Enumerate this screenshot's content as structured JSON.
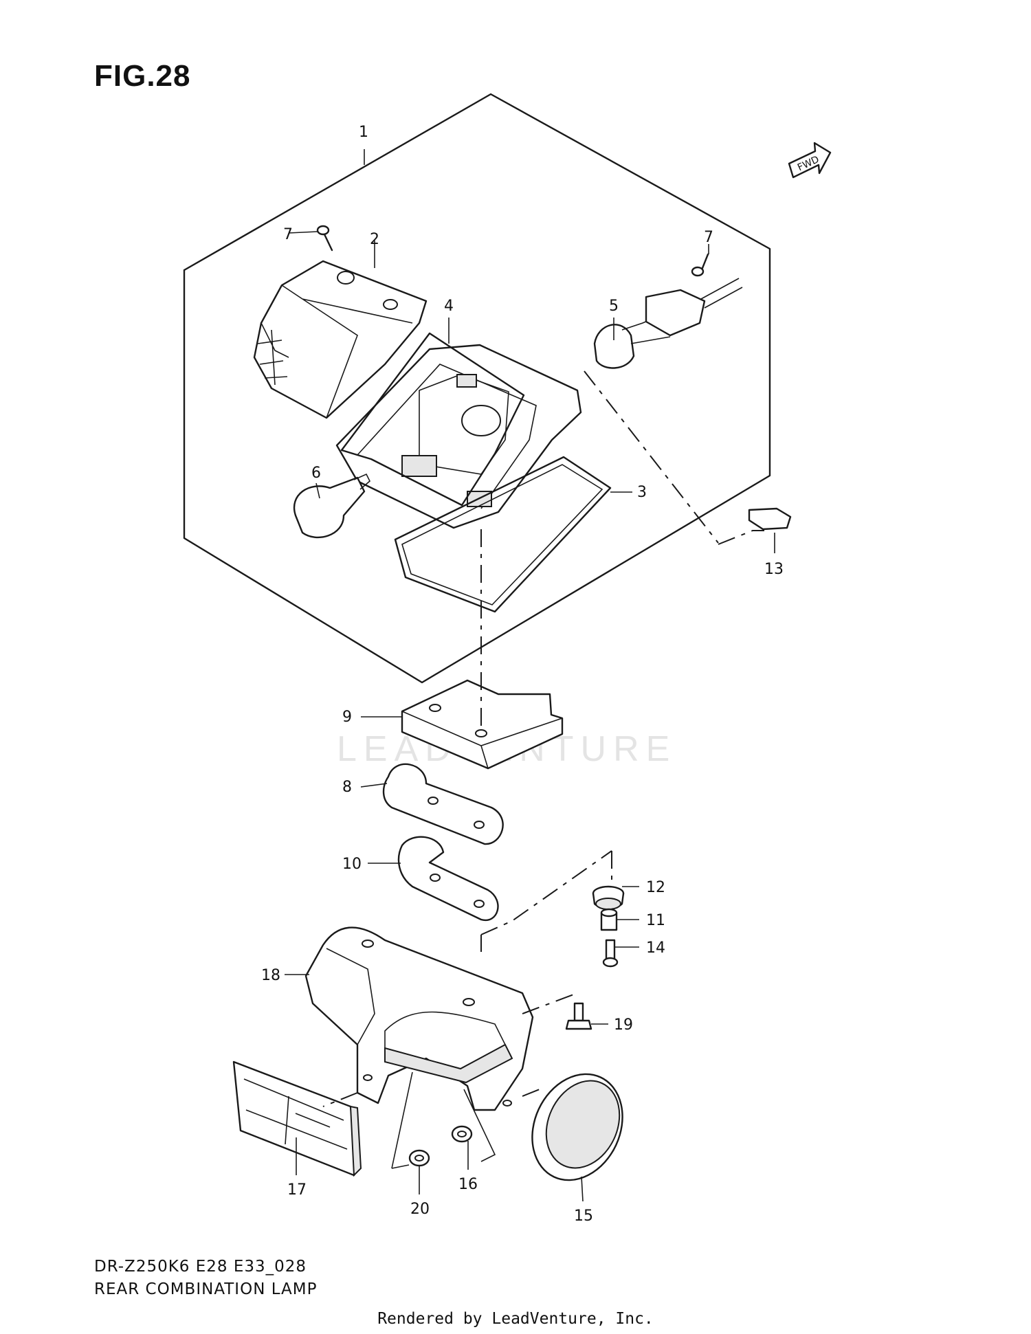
{
  "figure": {
    "title": "FIG.28",
    "watermark": "LEADVENTURE",
    "direction_badge": "FWD",
    "model_code": "DR-Z250K6 E28 E33_028",
    "assembly_name": "REAR COMBINATION LAMP",
    "footer": "Rendered by LeadVenture, Inc."
  },
  "callouts": [
    "1",
    "7",
    "2",
    "4",
    "7",
    "5",
    "6",
    "3",
    "13",
    "9",
    "8",
    "10",
    "12",
    "11",
    "14",
    "18",
    "19",
    "17",
    "20",
    "16",
    "15"
  ],
  "colors": {
    "line": "#1a1a1a",
    "watermark": "#e4e4e4",
    "background": "#ffffff"
  }
}
